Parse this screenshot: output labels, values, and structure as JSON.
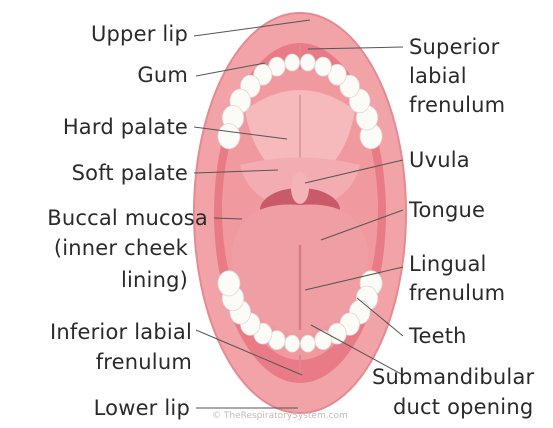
{
  "labels": {
    "upper_lip": "Upper lip",
    "gum": "Gum",
    "hard_palate": "Hard palate",
    "soft_palate": "Soft palate",
    "buccal_mucosa_1": "Buccal mucosa",
    "buccal_mucosa_2": "(inner cheek",
    "buccal_mucosa_3": "lining)",
    "inferior_labial_1": "Inferior labial",
    "inferior_labial_2": "frenulum",
    "lower_lip": "Lower lip",
    "superior_labial_1": "Superior",
    "superior_labial_2": "labial",
    "superior_labial_3": "frenulum",
    "uvula": "Uvula",
    "tongue": "Tongue",
    "lingual_1": "Lingual",
    "lingual_2": "frenulum",
    "teeth": "Teeth",
    "submandibular_1": "Submandibular",
    "submandibular_2": "duct opening"
  },
  "watermark": "© TheRespiratorySystem.com",
  "colors": {
    "lip": "#f2a3a7",
    "lip_edge": "#e58a90",
    "inner": "#e97b86",
    "palate": "#f6b9bc",
    "tongue": "#ef9fa4",
    "throat": "#c85a6a",
    "teeth": "#fbfbf8",
    "leader": "#555555",
    "text": "#2a2a2a"
  }
}
